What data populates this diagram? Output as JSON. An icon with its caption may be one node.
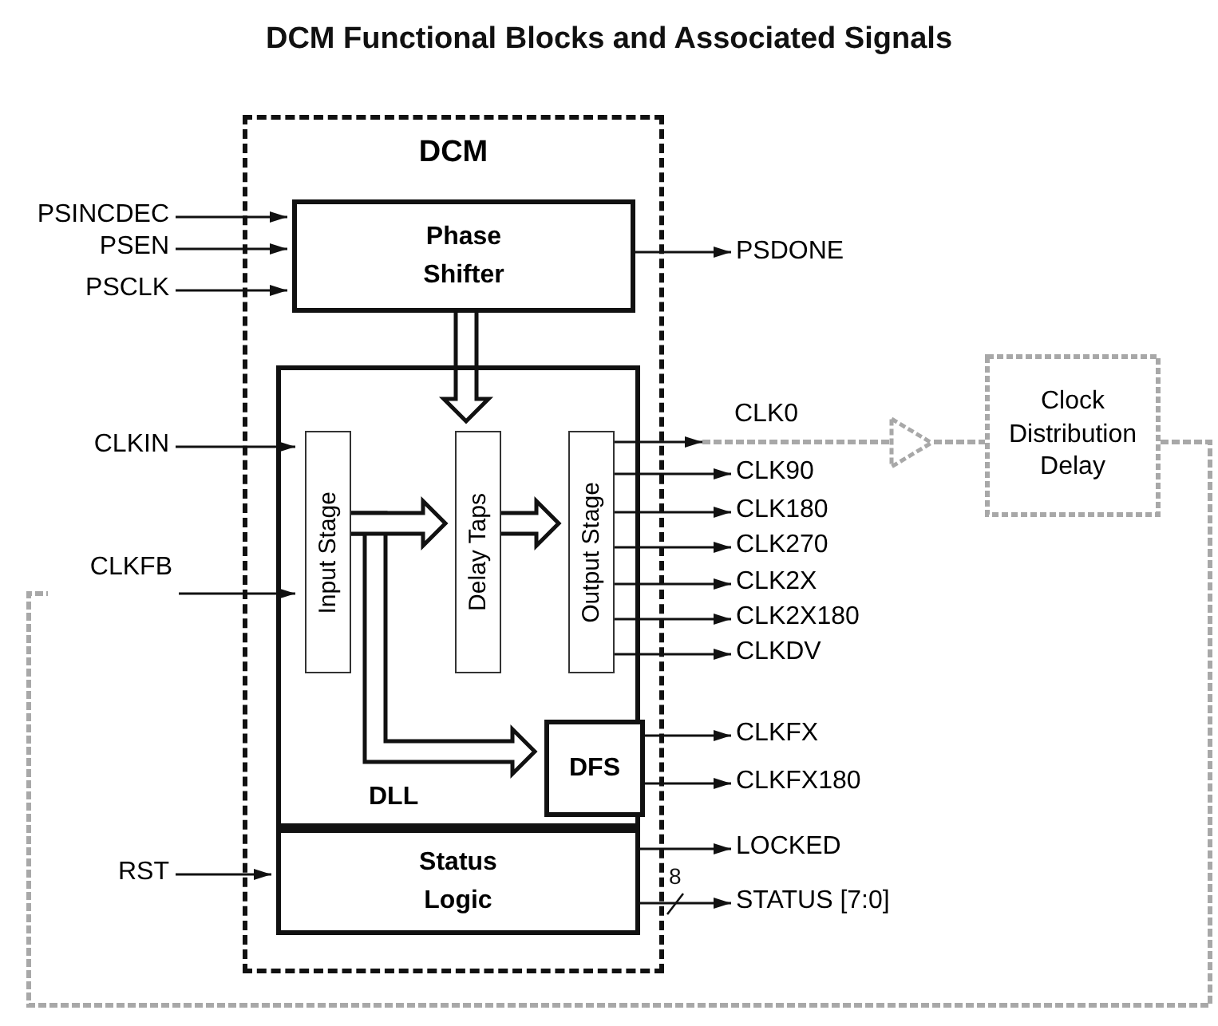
{
  "diagram": {
    "title": "DCM Functional Blocks and Associated Signals",
    "nodes": [
      {
        "text": [
          "DCM"
        ]
      },
      {
        "text": [
          "Phase Shifter"
        ],
        "in": 0
      },
      {
        "text": [
          "PSINCDEC"
        ]
      },
      {
        "text": [
          "PSEN"
        ]
      },
      {
        "text": [
          "PSCLK"
        ]
      },
      {
        "text": [
          "PSDONE"
        ]
      },
      {
        "text": [
          "DLL"
        ],
        "in": 0
      },
      {
        "text": [
          "Input Stage"
        ],
        "in": 6
      },
      {
        "text": [
          "Delay Taps"
        ],
        "in": 6
      },
      {
        "text": [
          "Output Stage"
        ],
        "in": 6
      },
      {
        "text": [
          "CLKIN"
        ]
      },
      {
        "text": [
          "CLK0"
        ]
      },
      {
        "text": [],
        "shape": "triangle"
      },
      {
        "text": [
          "Clock Distribution Delay"
        ]
      },
      {
        "text": [
          "CLK90"
        ]
      },
      {
        "text": [
          "CLK180"
        ]
      },
      {
        "text": [
          "CLK270"
        ]
      },
      {
        "text": [
          "CLK2X"
        ]
      },
      {
        "text": [
          "CLK2X180"
        ]
      },
      {
        "text": [
          "CLKDV"
        ]
      },
      {
        "text": [
          "CLKFB"
        ]
      },
      {
        "text": [
          "DFS"
        ],
        "in": 6
      },
      {
        "text": [
          "CLKFX"
        ]
      },
      {
        "text": [
          "CLKFX180"
        ]
      },
      {
        "text": [
          "Status Logic"
        ],
        "in": 0
      },
      {
        "text": [
          "RST"
        ]
      },
      {
        "text": [
          "LOCKED"
        ]
      },
      {
        "text": [
          "STATUS [7:0]"
        ]
      }
    ],
    "edges": [
      {
        "from": 2,
        "to": 1,
        "arrow": "to"
      },
      {
        "from": 3,
        "to": 1,
        "arrow": "to"
      },
      {
        "from": 4,
        "to": 1,
        "arrow": "to"
      },
      {
        "from": 1,
        "to": 5,
        "arrow": "to"
      },
      {
        "from": 1,
        "to": 8,
        "arrow": "to",
        "style": "thick"
      },
      {
        "from": 10,
        "to": 7,
        "arrow": "to"
      },
      {
        "from": 20,
        "to": 7,
        "arrow": "to"
      },
      {
        "from": 7,
        "to": 8,
        "arrow": "to",
        "style": "thick"
      },
      {
        "from": 8,
        "to": 9,
        "arrow": "to",
        "style": "thick"
      },
      {
        "from": 7,
        "to": 21,
        "arrow": "to",
        "style": "thick"
      },
      {
        "from": 9,
        "to": 11,
        "arrow": "to"
      },
      {
        "from": 11,
        "to": 12,
        "arrow": "none",
        "style": "dashed",
        "color": "#a8a8a8"
      },
      {
        "from": 12,
        "to": 13,
        "arrow": "none",
        "style": "dashed",
        "color": "#a8a8a8"
      },
      {
        "from": 13,
        "to": 20,
        "arrow": "none",
        "style": "dashed",
        "color": "#a8a8a8"
      },
      {
        "from": 9,
        "to": 14,
        "arrow": "to"
      },
      {
        "from": 9,
        "to": 15,
        "arrow": "to"
      },
      {
        "from": 9,
        "to": 16,
        "arrow": "to"
      },
      {
        "from": 9,
        "to": 17,
        "arrow": "to"
      },
      {
        "from": 9,
        "to": 18,
        "arrow": "to"
      },
      {
        "from": 9,
        "to": 19,
        "arrow": "to"
      },
      {
        "from": 21,
        "to": 22,
        "arrow": "to"
      },
      {
        "from": 21,
        "to": 23,
        "arrow": "to"
      },
      {
        "from": 25,
        "to": 24,
        "arrow": "to"
      },
      {
        "from": 24,
        "to": 26,
        "arrow": "to"
      },
      {
        "from": 24,
        "to": 27,
        "arrow": "to"
      }
    ],
    "labels": [
      "8"
    ]
  }
}
